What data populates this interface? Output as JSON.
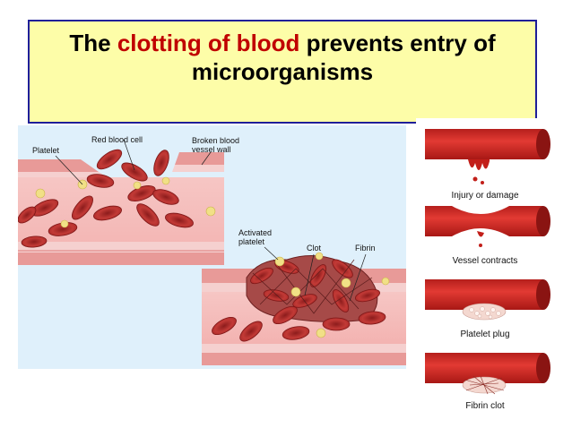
{
  "title": {
    "part1": "The ",
    "highlight": "clotting of blood",
    "part2": " prevents entry of",
    "line2": "microorganisms"
  },
  "left_labels": {
    "platelet": "Platelet",
    "red_blood_cell": "Red blood cell",
    "broken_vessel_line1": "Broken blood",
    "broken_vessel_line2": "vessel wall",
    "activated_platelet_line1": "Activated",
    "activated_platelet_line2": "platelet",
    "clot": "Clot",
    "fibrin": "Fibrin"
  },
  "right_stages": [
    {
      "label": "Injury or damage"
    },
    {
      "label": "Vessel contracts"
    },
    {
      "label": "Platelet plug"
    },
    {
      "label": "Fibrin clot"
    }
  ],
  "colors": {
    "title_highlight": "#c00000",
    "title_bg": "#fdfda8",
    "title_border": "#1f1f99",
    "vessel": "#d8322c",
    "rbc": "#b52a2a",
    "platelet": "#e6d27a"
  }
}
